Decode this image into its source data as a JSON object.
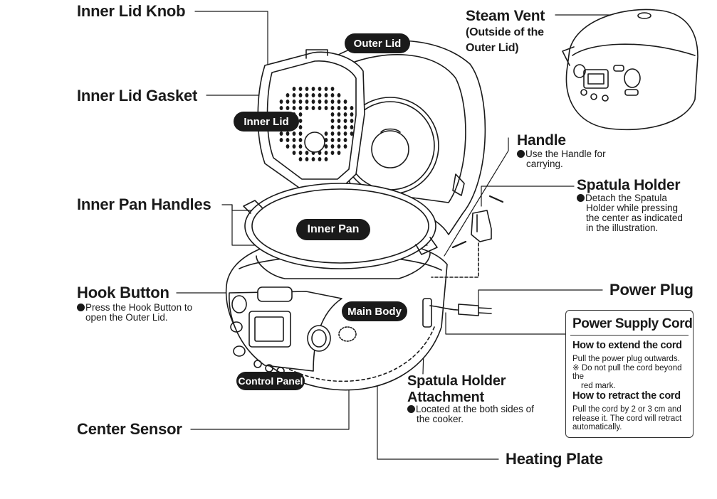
{
  "labels": {
    "inner_lid_knob": "Inner Lid Knob",
    "inner_lid_gasket": "Inner Lid Gasket",
    "inner_pan_handles": "Inner Pan Handles",
    "hook_button": "Hook Button",
    "hook_button_note": "Press the Hook Button to",
    "hook_button_note2": "open the Outer Lid.",
    "center_sensor": "Center Sensor",
    "steam_vent": "Steam Vent",
    "steam_vent_sub1": "(Outside of the",
    "steam_vent_sub2": "Outer Lid)",
    "handle": "Handle",
    "handle_note1": "Use the Handle for",
    "handle_note2": "carrying.",
    "spatula_holder": "Spatula Holder",
    "spatula_holder_note1": "Detach the Spatula",
    "spatula_holder_note2": "Holder while pressing",
    "spatula_holder_note3": "the center as indicated",
    "spatula_holder_note4": "in the illustration.",
    "power_plug": "Power Plug",
    "spatula_holder_attachment1": "Spatula Holder",
    "spatula_holder_attachment2": "Attachment",
    "attachment_note1": "Located at the both sides of",
    "attachment_note2": "the cooker.",
    "heating_plate": "Heating Plate"
  },
  "callouts": {
    "outer_lid": "Outer Lid",
    "inner_lid": "Inner Lid",
    "inner_pan": "Inner Pan",
    "main_body": "Main Body",
    "control_panel": "Control Panel"
  },
  "power_supply_cord": {
    "title": "Power Supply Cord",
    "extend_heading": "How to extend the cord",
    "extend_text1": "Pull the power plug outwards.",
    "extend_text2": "※ Do not pull the cord beyond the",
    "extend_text3": "red mark.",
    "retract_heading": "How to retract the cord",
    "retract_text1": "Pull the cord by 2 or 3 cm and",
    "retract_text2": "release it. The cord will retract",
    "retract_text3": "automatically."
  }
}
